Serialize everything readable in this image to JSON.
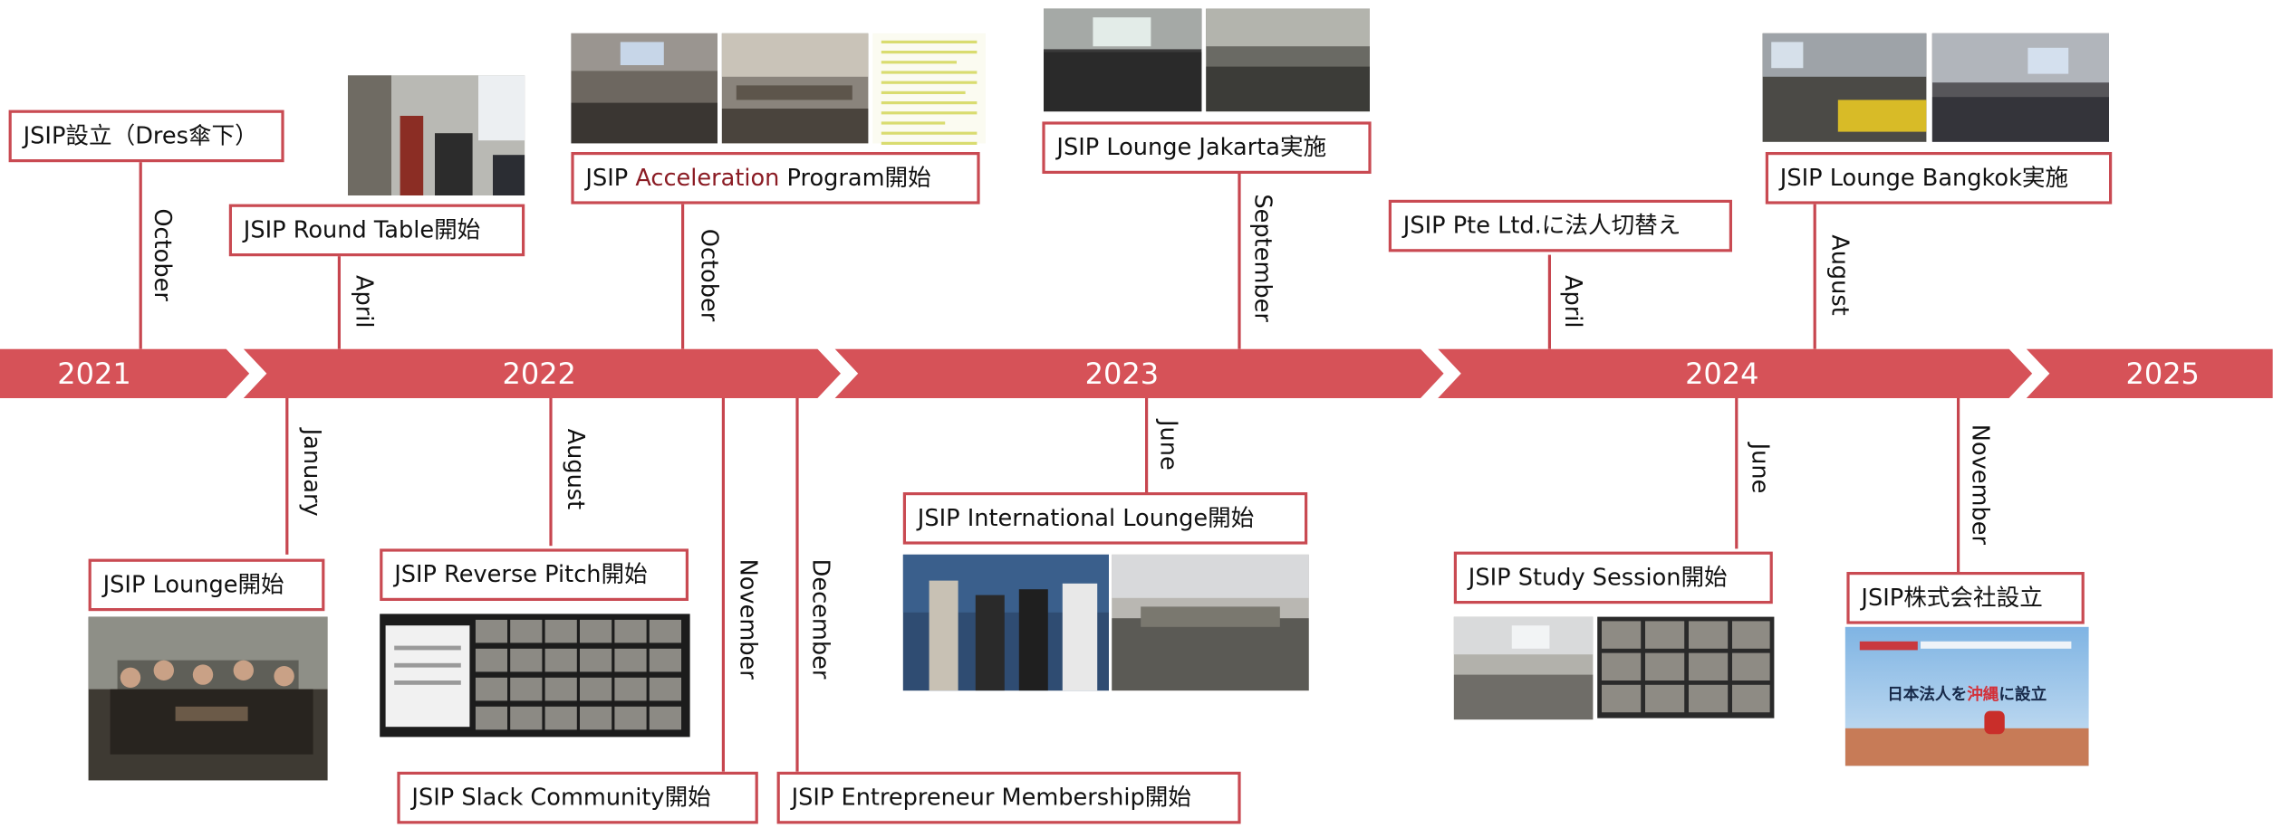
{
  "years": [
    "2021",
    "2022",
    "2023",
    "2024",
    "2025"
  ],
  "colors": {
    "bar": "#d65258",
    "border": "#c94a52",
    "accent": "#8b1c24"
  },
  "events": {
    "e2021_oct": {
      "month": "October",
      "label": "JSIP設立（Dres傘下）"
    },
    "e2022_jan": {
      "month": "January",
      "label": "JSIP Lounge開始"
    },
    "e2022_apr": {
      "month": "April",
      "label": "JSIP Round Table開始"
    },
    "e2022_aug": {
      "month": "August",
      "label": "JSIP Reverse Pitch開始"
    },
    "e2022_oct": {
      "month": "October",
      "label_pre": "JSIP ",
      "label_accent": "Acceleration",
      "label_post": " Program開始"
    },
    "e2022_nov": {
      "month": "November",
      "label": "JSIP Slack Community開始"
    },
    "e2022_dec": {
      "month": "December",
      "label": "JSIP Entrepreneur Membership開始"
    },
    "e2023_jun": {
      "month": "June",
      "label": "JSIP International Lounge開始"
    },
    "e2023_sep": {
      "month": "September",
      "label": "JSIP Lounge Jakarta実施"
    },
    "e2024_apr": {
      "month": "April",
      "label": "JSIP Pte Ltd.に法人切替え"
    },
    "e2024_jun": {
      "month": "June",
      "label": "JSIP Study Session開始"
    },
    "e2024_aug": {
      "month": "August",
      "label": "JSIP Lounge Bangkok実施"
    },
    "e2024_nov": {
      "month": "November",
      "label": "JSIP株式会社設立"
    }
  },
  "okinawa_banner": {
    "text_a": "日本法人を",
    "text_b": "沖縄",
    "text_c": "に設立"
  }
}
